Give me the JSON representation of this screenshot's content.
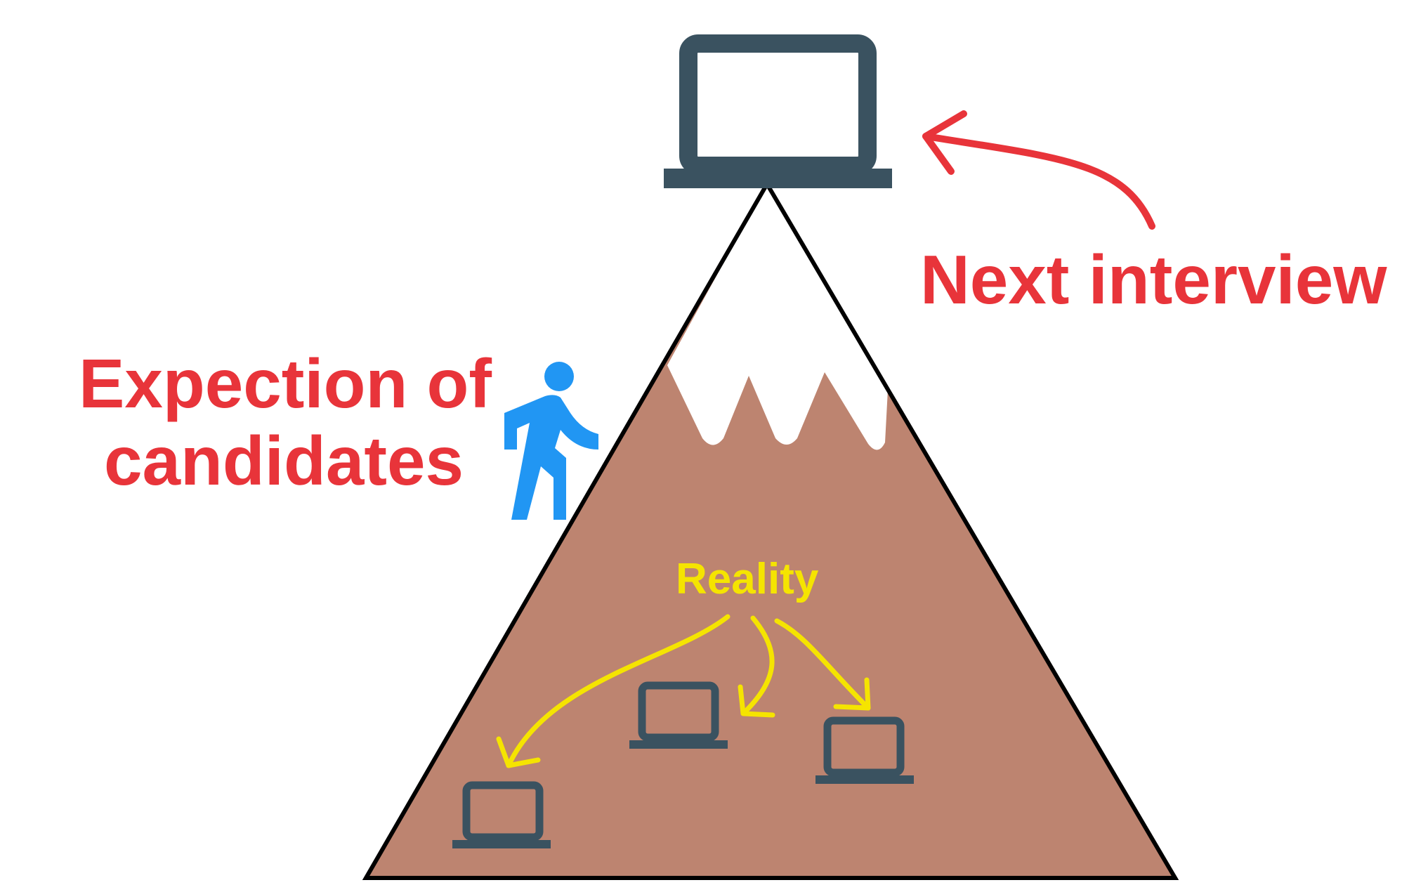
{
  "labels": {
    "next_interview": "Next interview",
    "expectation_line1": "Expection of",
    "expectation_line2": "candidates",
    "reality": "Reality"
  },
  "icons": {
    "top": "laptop-icon",
    "climber": "hiker-icon",
    "small": "laptop-icon"
  },
  "colors": {
    "mountain": "#bd8470",
    "snow": "#ffffff",
    "outline": "#000000",
    "laptop": "#3a5260",
    "climber": "#2196f3",
    "label_red": "#e8343a",
    "label_yellow": "#f5e400",
    "arrow_red": "#e8343a",
    "arrow_yellow": "#f5e400"
  }
}
